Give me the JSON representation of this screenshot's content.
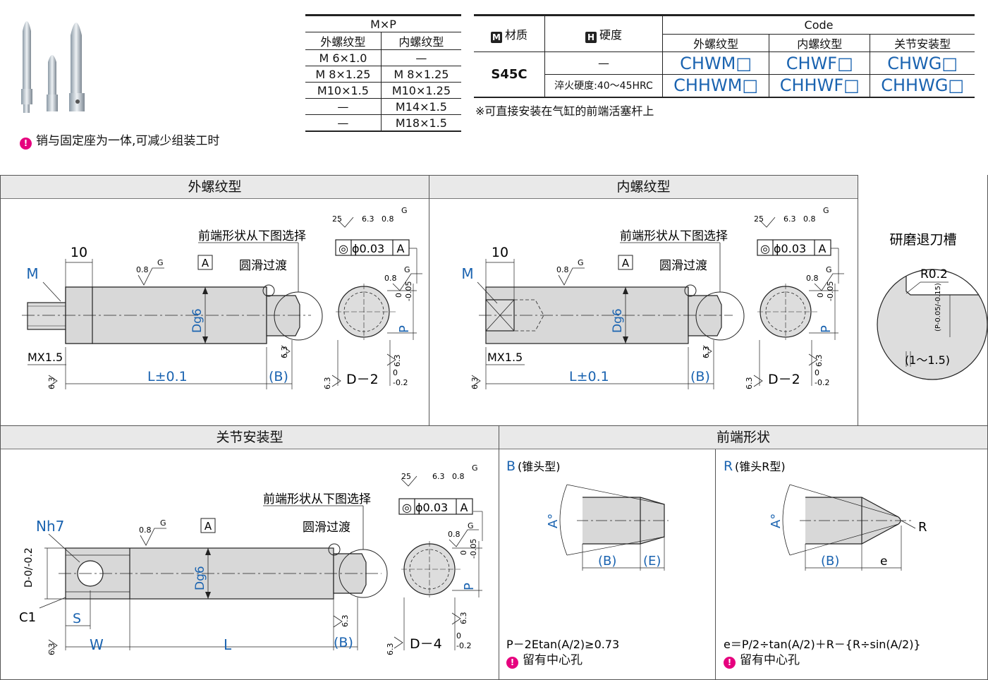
{
  "header": {
    "note": "销与固定座为一体,可减少组装工时"
  },
  "mxp_table": {
    "title": "M×P",
    "columns": [
      "外螺纹型",
      "内螺纹型"
    ],
    "rows": [
      [
        "M  6×1.0",
        "—"
      ],
      [
        "M  8×1.25",
        "M  8×1.25"
      ],
      [
        "M10×1.5",
        "M10×1.25"
      ],
      [
        "—",
        "M14×1.5"
      ],
      [
        "—",
        "M18×1.5"
      ]
    ]
  },
  "code_table": {
    "material_badge": "M",
    "material_label": "材质",
    "hardness_badge": "H",
    "hardness_label": "硬度",
    "code_label": "Code",
    "types": [
      "外螺纹型",
      "内螺纹型",
      "关节安装型"
    ],
    "material": "S45C",
    "rows": [
      {
        "hardness": "—",
        "codes": [
          "CHWM□",
          "CHWF□",
          "CHWG□"
        ]
      },
      {
        "hardness": "淬火硬度:40～45HRC",
        "codes": [
          "CHHWM□",
          "CHHWF□",
          "CHHWG□"
        ]
      }
    ],
    "footnote": "※可直接安装在气缸的前端活塞杆上"
  },
  "panels": {
    "external": {
      "title": "外螺纹型",
      "label_m": "M",
      "dim_10": "10",
      "select_note": "前端形状从下图选择",
      "datum_a": "A",
      "smooth": "圆滑过渡",
      "dg6": "Dg6",
      "mx15": "MX1.5",
      "l_tol": "L±0.1",
      "b": "(B)",
      "p_label": "P",
      "d_minus": "D－2",
      "tol_zero": "0",
      "tol_p": "-0.05",
      "tol_d": "-0.2",
      "ra_25": "25",
      "ra_63": "6.3",
      "ra_08": "0.8",
      "ra_g": "G",
      "conc": "◎",
      "phi": "ϕ0.03",
      "datum": "A"
    },
    "internal": {
      "title": "内螺纹型",
      "label_m": "M",
      "dim_10": "10",
      "select_note": "前端形状从下图选择",
      "datum_a": "A",
      "smooth": "圆滑过渡",
      "dg6": "Dg6",
      "mx15": "MX1.5",
      "l_tol": "L±0.1",
      "b": "(B)",
      "p_label": "P",
      "d_minus": "D－2",
      "tol_zero": "0",
      "tol_p": "-0.05",
      "tol_d": "-0.2",
      "ra_25": "25",
      "ra_63": "6.3",
      "ra_08": "0.8",
      "ra_g": "G",
      "conc": "◎",
      "phi": "ϕ0.03",
      "datum": "A"
    },
    "groove": {
      "title": "研磨退刀槽",
      "r02": "R0.2",
      "p_tol": "(P-0.05/-0.15)",
      "range": "(1～1.5)"
    },
    "joint": {
      "title": "关节安装型",
      "nh7": "Nh7",
      "d_tol": "D-0/-0.2",
      "c1": "C1",
      "s": "S",
      "w": "W",
      "l": "L",
      "select_note": "前端形状从下图选择",
      "datum_a": "A",
      "smooth": "圆滑过渡",
      "dg6": "Dg6",
      "b": "(B)",
      "p_label": "P",
      "d_minus": "D－4",
      "tol_zero": "0",
      "tol_p": "-0.05",
      "tol_d": "-0.2",
      "ra_25": "25",
      "ra_63": "6.3",
      "ra_08": "0.8",
      "ra_g": "G",
      "conc": "◎",
      "phi": "ϕ0.03",
      "datum": "A"
    },
    "tip": {
      "title": "前端形状",
      "b_type": "B",
      "b_type_desc": "(锥头型)",
      "r_type": "R",
      "r_type_desc": "(锥头R型)",
      "a_deg": "A°",
      "b": "(B)",
      "e_paren": "(E)",
      "e": "e",
      "r": "R",
      "formula_b": "P－2Etan(A/2)≥0.73",
      "formula_r": "e＝P/2÷tan(A/2)＋R－{R÷sin(A/2)}",
      "center_hole": "留有中心孔"
    }
  },
  "colors": {
    "accent_blue": "#1a63b0",
    "pink": "#e6007e",
    "panel_title_bg": "#e9e9e9"
  },
  "icons": [
    "info-pin-icon",
    "concentricity-icon"
  ]
}
